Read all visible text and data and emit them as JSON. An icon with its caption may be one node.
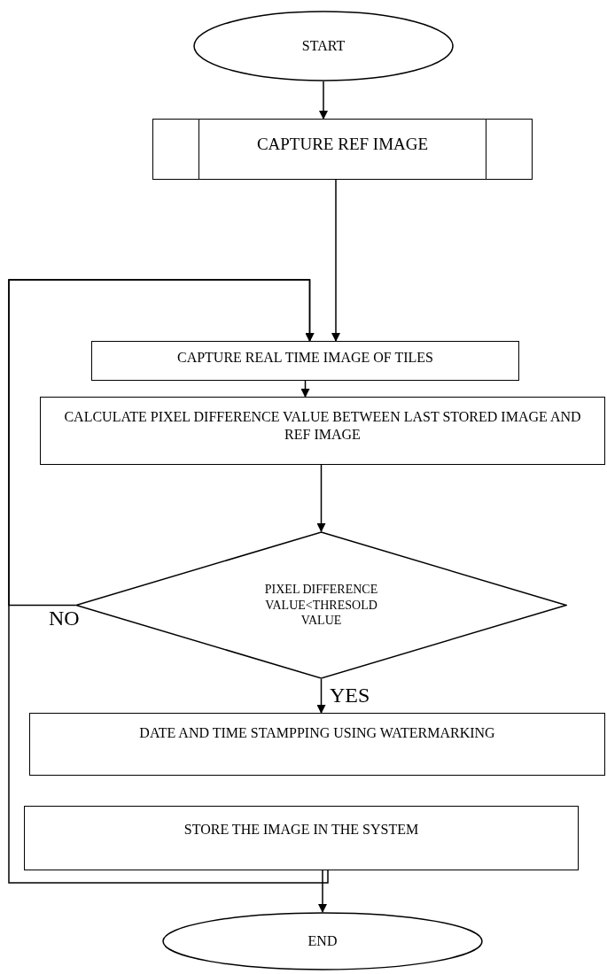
{
  "diagram": {
    "nodes": [
      {
        "text": [
          "START"
        ]
      },
      {
        "text": [
          "CAPTURE REF IMAGE"
        ]
      },
      {
        "text": [
          "CAPTURE REAL TIME IMAGE OF TILES"
        ]
      },
      {
        "text": [
          "CALCULATE PIXEL DIFFERENCE VALUE BETWEEN LAST STORED IMAGE AND REF IMAGE"
        ]
      },
      {
        "text": [
          "PIXEL DIFFERENCE VALUE<THRESOLD VALUE"
        ]
      },
      {
        "text": [
          "DATE AND TIME STAMPPING USING WATERMARKING"
        ]
      },
      {
        "text": [
          "STORE THE IMAGE IN THE SYSTEM"
        ]
      },
      {
        "text": [
          "END"
        ]
      }
    ],
    "edges": [
      {
        "from": 0,
        "to": 1,
        "arrow": "to"
      },
      {
        "from": 1,
        "to": 2,
        "arrow": "to"
      },
      {
        "from": 2,
        "to": 3,
        "arrow": "to"
      },
      {
        "from": 3,
        "to": 4,
        "arrow": "to"
      },
      {
        "from": 4,
        "to": 5,
        "arrow": "to",
        "label": "YES"
      },
      {
        "from": 4,
        "to": 2,
        "arrow": "to",
        "label": "NO"
      },
      {
        "from": 6,
        "to": 2,
        "arrow": "to"
      },
      {
        "from": 6,
        "to": 7,
        "arrow": "to"
      }
    ]
  }
}
